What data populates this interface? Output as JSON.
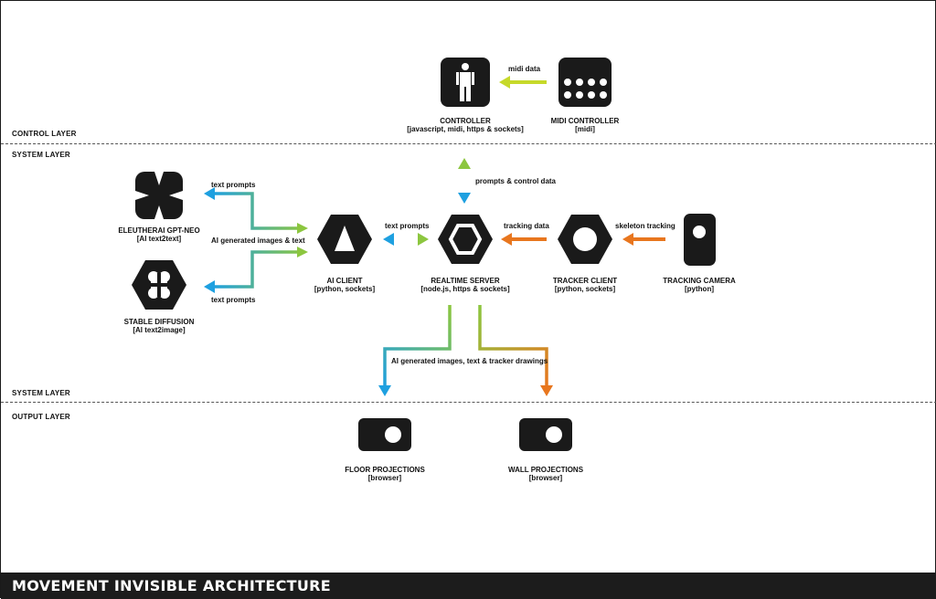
{
  "layers": {
    "control": "CONTROL LAYER",
    "system_top": "SYSTEM LAYER",
    "system_bottom": "SYSTEM LAYER",
    "output": "OUTPUT LAYER"
  },
  "nodes": {
    "controller": {
      "title": "CONTROLLER",
      "sub": "[javascript, midi, https & sockets]",
      "icon": "person-icon"
    },
    "midi_controller": {
      "title": "MIDI CONTROLLER",
      "sub": "[midi]",
      "icon": "midi-pads-icon"
    },
    "gpt_neo": {
      "title": "ELEUTHERAI GPT-NEO",
      "sub": "[AI text2text]",
      "icon": "quatrefoil-icon"
    },
    "stable_diffusion": {
      "title": "STABLE DIFFUSION",
      "sub": "[AI text2image]",
      "icon": "hexagon-quatrefoil-icon"
    },
    "ai_client": {
      "title": "AI CLIENT",
      "sub": "[python, sockets]",
      "icon": "hexagon-triangle-icon"
    },
    "realtime_server": {
      "title": "REALTIME SERVER",
      "sub": "[node.js, https & sockets]",
      "icon": "hexagon-hexagon-icon"
    },
    "tracker_client": {
      "title": "TRACKER CLIENT",
      "sub": "[python, sockets]",
      "icon": "hexagon-circle-icon"
    },
    "tracking_camera": {
      "title": "TRACKING CAMERA",
      "sub": "[python]",
      "icon": "camera-icon"
    },
    "floor_projections": {
      "title": "FLOOR PROJECTIONS",
      "sub": "[browser]",
      "icon": "projector-icon"
    },
    "wall_projections": {
      "title": "WALL PROJECTIONS",
      "sub": "[browser]",
      "icon": "projector-icon"
    }
  },
  "edges": {
    "midi_data": "midi data",
    "prompts_control": "prompts & control data",
    "text_prompts_top": "text prompts",
    "ai_generated": "AI generated images & text",
    "text_prompts_bottom": "text prompts",
    "text_prompts_mid": "text prompts",
    "tracking_data": "tracking data",
    "skeleton_tracking": "skeleton tracking",
    "output_data": "AI generated images, text & tracker drawings"
  },
  "colors": {
    "icon": "#1a1a1a",
    "blue": "#1ea0e0",
    "green": "#8cc63f",
    "yellow_green": "#c6d92a",
    "orange": "#e8761e",
    "footer": "#1c1c1c"
  },
  "footer": {
    "title": "MOVEMENT INVISIBLE ARCHITECTURE"
  }
}
